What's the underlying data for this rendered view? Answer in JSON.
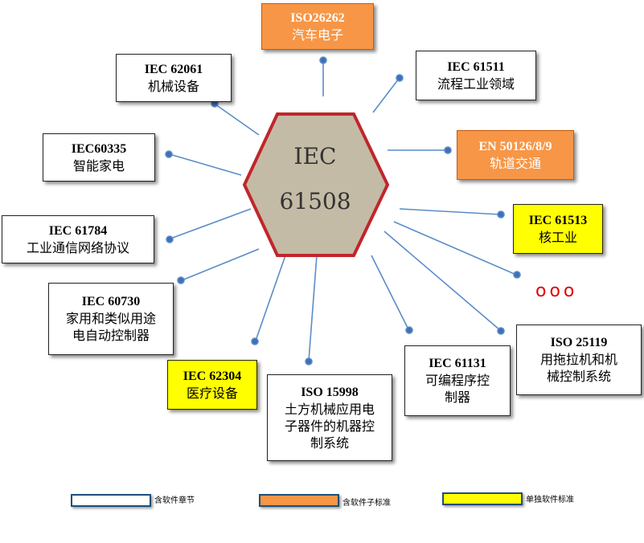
{
  "center": {
    "line1": "IEC",
    "line2": "61508"
  },
  "nodes": {
    "iso26262": {
      "code": "ISO26262",
      "desc": "汽车电子"
    },
    "iec62061": {
      "code": "IEC 62061",
      "desc": "机械设备"
    },
    "iec61511": {
      "code": "IEC 61511",
      "desc": "流程工业领域"
    },
    "iec60335": {
      "code": "IEC60335",
      "desc": "智能家电"
    },
    "en50126": {
      "code": "EN 50126/8/9",
      "desc": "轨道交通"
    },
    "iec61784": {
      "code": "IEC 61784",
      "desc": "工业通信网络协议"
    },
    "iec61513": {
      "code": "IEC 61513",
      "desc": "核工业"
    },
    "iec60730": {
      "code": "IEC 60730",
      "desc1": "家用和类似用途",
      "desc2": "电自动控制器"
    },
    "iso25119": {
      "code": "ISO 25119",
      "desc1": "用拖拉机和机",
      "desc2": "械控制系统"
    },
    "iec62304": {
      "code": "IEC 62304",
      "desc": "医疗设备"
    },
    "iec61131": {
      "code": "IEC 61131",
      "desc1": "可编程序控",
      "desc2": "制器"
    },
    "iso15998": {
      "code": "ISO 15998",
      "desc1": "土方机械应用电",
      "desc2": "子器件的机器控",
      "desc3": "制系统"
    }
  },
  "more": "ooo",
  "legend": {
    "white": "含软件章节",
    "orange": "含软件子标准",
    "yellow": "单独软件标准"
  },
  "colors": {
    "hex_fill": "#C4BBA6",
    "hex_border": "#C0262B",
    "line": "#5B8CC8",
    "orange": "#F79646",
    "yellow": "#FFFF00",
    "legend_border": "#1F4E79"
  }
}
